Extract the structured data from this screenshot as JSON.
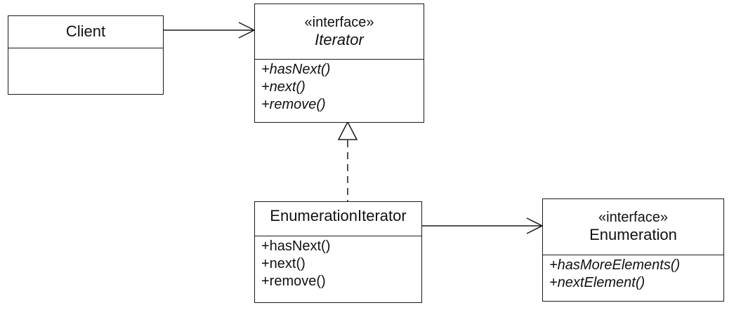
{
  "classes": {
    "client": {
      "name": "Client",
      "operations": []
    },
    "iterator": {
      "stereotype": "«interface»",
      "name": "Iterator",
      "operations": [
        "+hasNext()",
        "+next()",
        "+remove()"
      ]
    },
    "enumeration_iterator": {
      "name": "EnumerationIterator",
      "operations": [
        "+hasNext()",
        "+next()",
        "+remove()"
      ]
    },
    "enumeration": {
      "stereotype": "«interface»",
      "name": "Enumeration",
      "operations": [
        "+hasMoreElements()",
        "+nextElement()"
      ]
    }
  },
  "relationships": [
    {
      "from": "Client",
      "to": "Iterator",
      "kind": "association"
    },
    {
      "from": "EnumerationIterator",
      "to": "Iterator",
      "kind": "realization"
    },
    {
      "from": "EnumerationIterator",
      "to": "Enumeration",
      "kind": "association"
    }
  ]
}
